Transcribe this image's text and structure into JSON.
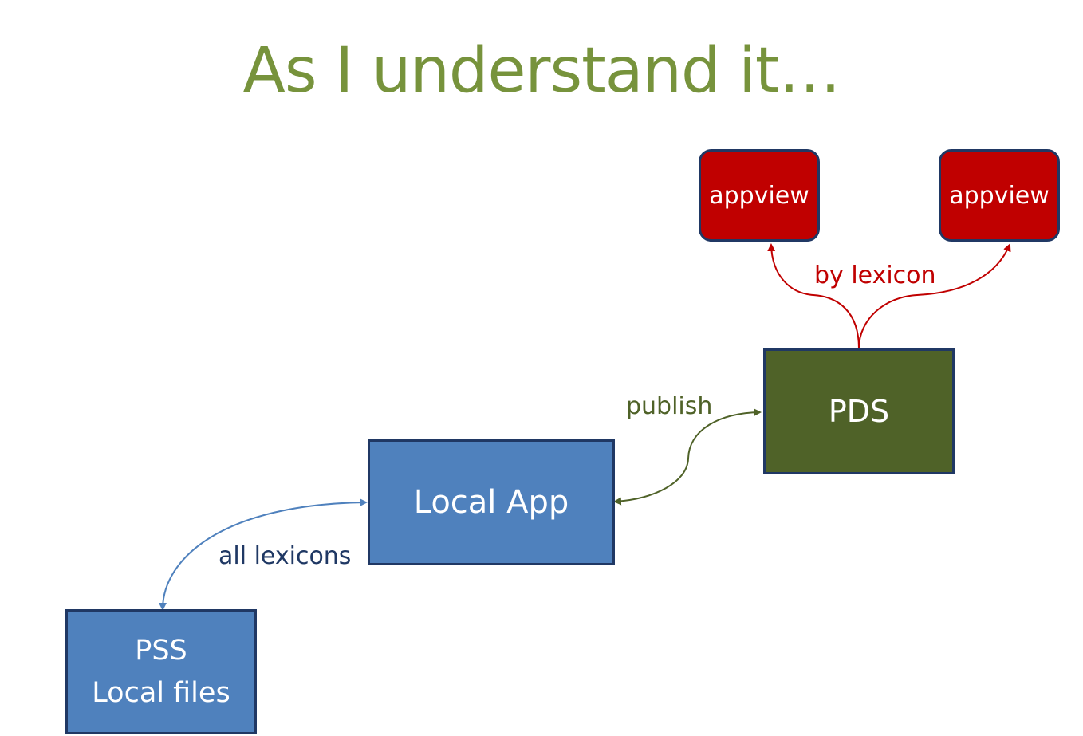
{
  "slide": {
    "title": "As I understand it…"
  },
  "nodes": {
    "appview_left": "appview",
    "appview_right": "appview",
    "pds": "PDS",
    "local_app": "Local App",
    "pss_line1": "PSS",
    "pss_line2": "Local files"
  },
  "edges": {
    "by_lexicon": "by lexicon",
    "publish": "publish",
    "all_lexicons": "all lexicons"
  },
  "colors": {
    "title": "#77933c",
    "appview": "#c00000",
    "pds": "#4f6228",
    "local": "#4f81bd",
    "border": "#203864",
    "publish_edge": "#4f6228",
    "lexicon_edge": "#c00000",
    "all_lexicons_edge": "#4f81bd",
    "all_lexicons_text": "#1f3864"
  }
}
